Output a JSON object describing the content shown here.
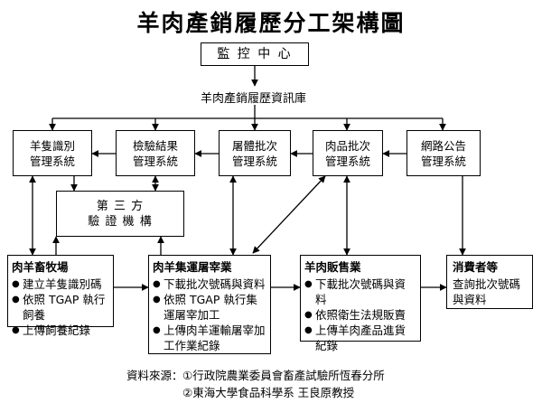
{
  "title": "羊肉產銷履歷分工架構圖",
  "monitor_center": "監 控 中 心",
  "database": "羊肉產銷履歷資訊庫",
  "systems": [
    {
      "line1": "羊隻識別",
      "line2": "管理系統"
    },
    {
      "line1": "檢驗結果",
      "line2": "管理系統"
    },
    {
      "line1": "屠體批次",
      "line2": "管理系統"
    },
    {
      "line1": "肉品批次",
      "line2": "管理系統"
    },
    {
      "line1": "網路公告",
      "line2": "管理系統"
    }
  ],
  "third_party": {
    "line1": "第 三 方",
    "line2": "驗 證 機 構"
  },
  "stages": [
    {
      "title": "肉羊畜牧場",
      "items": [
        "建立羊隻識別碼",
        "依照 TGAP 執行飼養",
        "上傳飼養紀錄"
      ]
    },
    {
      "title": "肉羊集運屠宰業",
      "items": [
        "下載批次號碼與資料",
        "依照 TGAP 執行集運屠宰加工",
        "上傳肉羊運輸屠宰加工作業紀錄"
      ]
    },
    {
      "title": "羊肉販售業",
      "items": [
        "下載批次號碼與資料",
        "依照衛生法規販賣",
        "上傳羊肉產品進貨紀錄"
      ]
    },
    {
      "title": "消費者等",
      "items": [
        "查詢批次號碼與資料"
      ]
    }
  ],
  "source": {
    "label": "資料來源：",
    "line1": "①行政院農業委員會畜產試驗所恆春分所",
    "line2": "②東海大學食品科學系 王良原教授"
  }
}
